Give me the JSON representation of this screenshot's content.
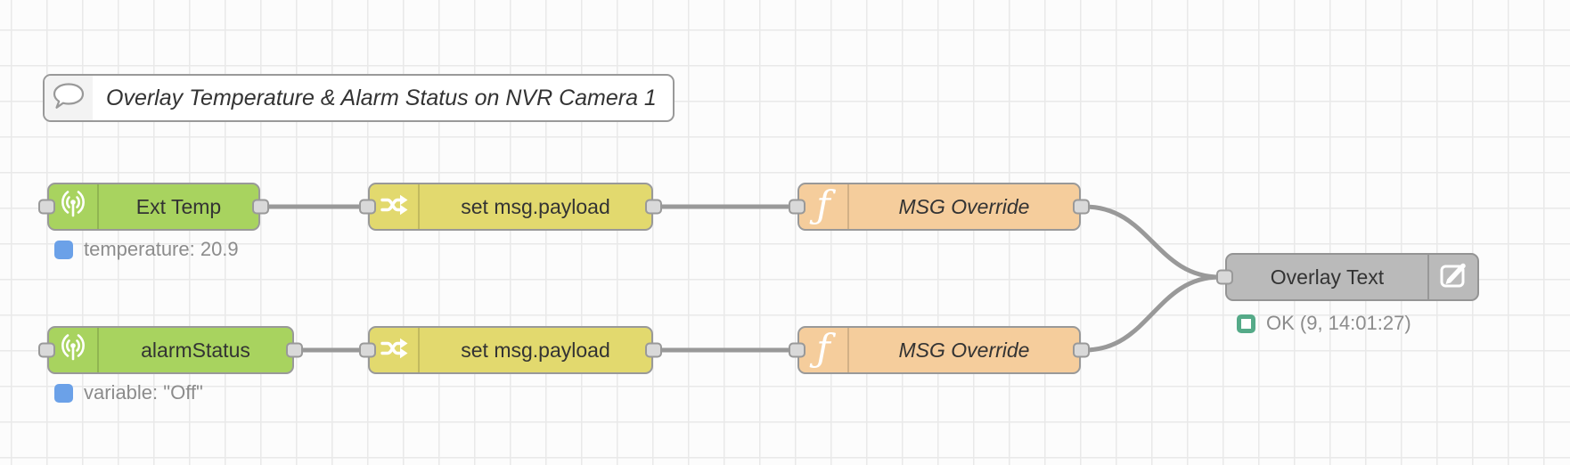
{
  "app": {
    "name": "Node-RED flow editor canvas"
  },
  "comment": {
    "label": "Overlay Temperature & Alarm Status on NVR Camera 1",
    "icon": "speech-bubble"
  },
  "nodes": {
    "ext_temp": {
      "type": "input",
      "label": "Ext Temp",
      "icon": "broadcast-antenna",
      "status": {
        "shape": "dot",
        "color": "#6ba1e8",
        "text": "temperature: 20.9"
      }
    },
    "alarm_status": {
      "type": "input",
      "label": "alarmStatus",
      "icon": "broadcast-antenna",
      "status": {
        "shape": "dot",
        "color": "#6ba1e8",
        "text": "variable: \"Off\""
      }
    },
    "change_1": {
      "type": "change",
      "label": "set msg.payload",
      "icon": "shuffle-arrows"
    },
    "change_2": {
      "type": "change",
      "label": "set msg.payload",
      "icon": "shuffle-arrows"
    },
    "function_1": {
      "type": "function",
      "label": "MSG Override",
      "icon": "italic-f"
    },
    "function_2": {
      "type": "function",
      "label": "MSG Override",
      "icon": "italic-f"
    },
    "overlay_text": {
      "type": "output",
      "label": "Overlay Text",
      "icon": "pencil-square",
      "status": {
        "shape": "ring",
        "color": "#55aa88",
        "text": "OK (9, 14:01:27)"
      }
    }
  },
  "wires": [
    {
      "from": "ext_temp",
      "to": "change_1"
    },
    {
      "from": "change_1",
      "to": "function_1"
    },
    {
      "from": "function_1",
      "to": "overlay_text"
    },
    {
      "from": "alarm_status",
      "to": "change_2"
    },
    {
      "from": "change_2",
      "to": "function_2"
    },
    {
      "from": "function_2",
      "to": "overlay_text"
    }
  ],
  "colors": {
    "input_node": "#a8d35f",
    "change_node": "#e2d96e",
    "function_node": "#f5cd9c",
    "gray_node": "#bababa",
    "wire": "#999999",
    "status_blue": "#6ba1e8",
    "status_green": "#55aa88",
    "grid_line": "#e9e9e9"
  }
}
